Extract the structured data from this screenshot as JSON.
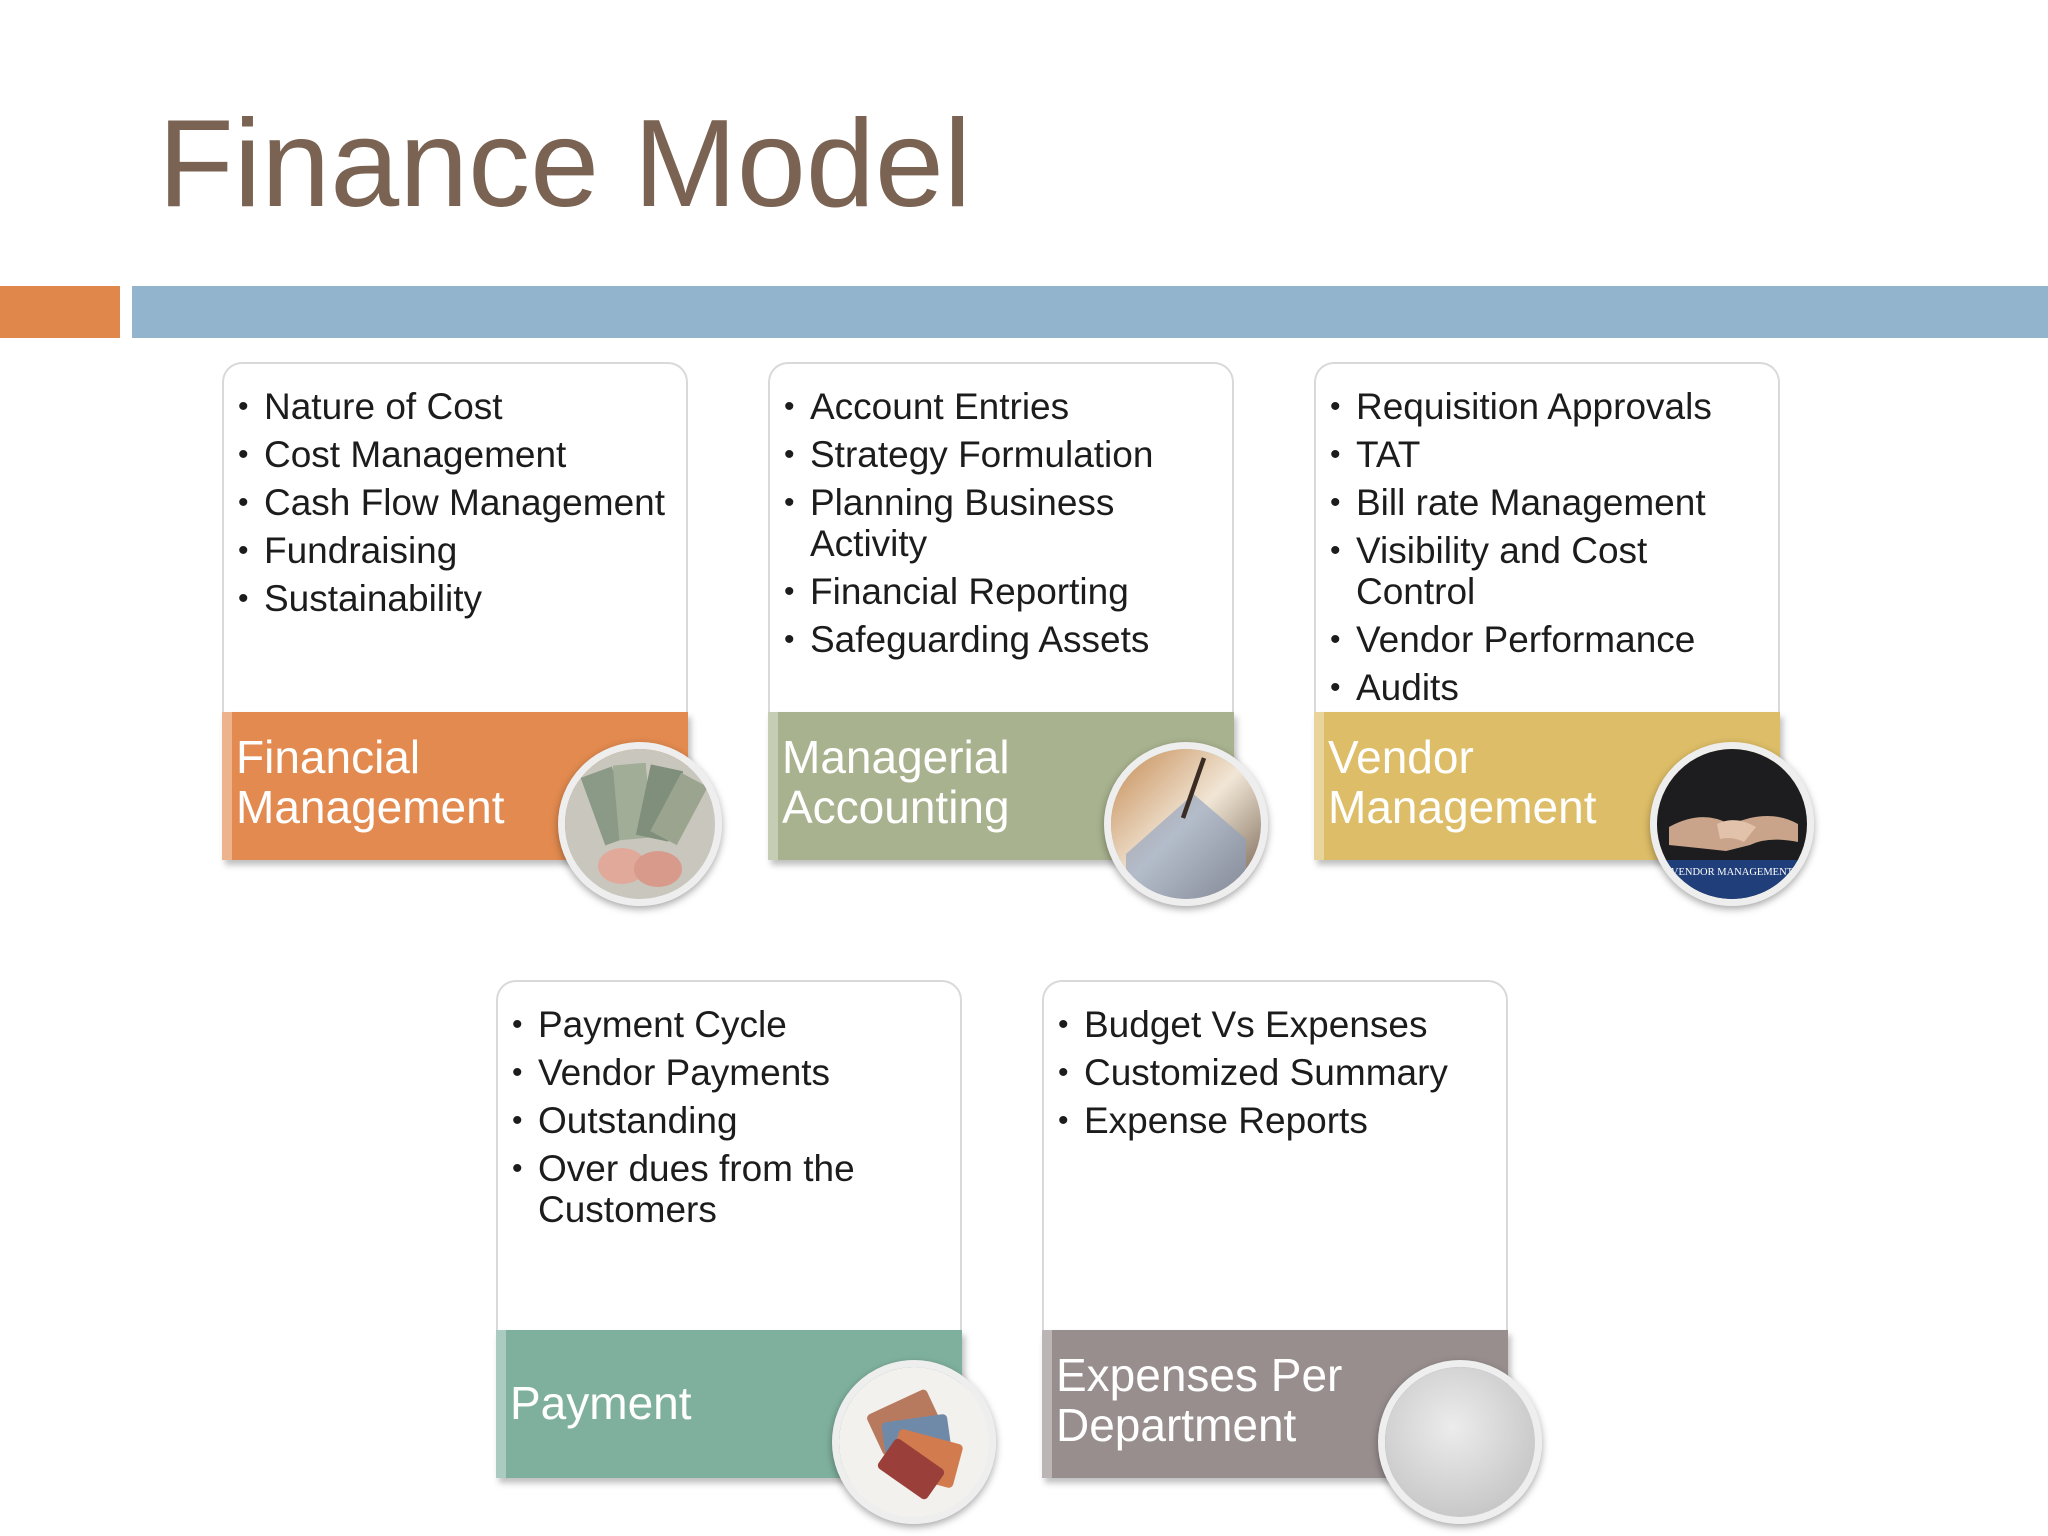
{
  "title": "Finance Model",
  "cards": [
    {
      "label": "Financial Management",
      "items": [
        "Nature of Cost",
        "Cost Management",
        "Cash Flow Management",
        "Fundraising",
        "Sustainability"
      ],
      "color": "#e28a4f",
      "image": "money-in-hands"
    },
    {
      "label": "Managerial Accounting",
      "items": [
        "Account Entries",
        "Strategy Formulation",
        "Planning Business Activity",
        "Financial Reporting",
        "Safeguarding Assets"
      ],
      "color": "#a8b28e",
      "image": "accounting-photo"
    },
    {
      "label": "Vendor Management",
      "items": [
        "Requisition Approvals",
        "TAT",
        "Bill rate Management",
        "Visibility and Cost Control",
        "Vendor Performance",
        "Audits"
      ],
      "color": "#ddbd67",
      "image": "handshake",
      "image_caption": "VENDOR MANAGEMENT"
    },
    {
      "label": "Payment",
      "items": [
        "Payment Cycle",
        "Vendor Payments",
        "Outstanding",
        "Over dues from the Customers"
      ],
      "color": "#7fb09e",
      "image": "credit-cards"
    },
    {
      "label": "Expenses Per Department",
      "items": [
        "Budget Vs Expenses",
        "Customized Summary",
        "Expense Reports"
      ],
      "color": "#988e8e",
      "image": "blank-circle"
    }
  ]
}
